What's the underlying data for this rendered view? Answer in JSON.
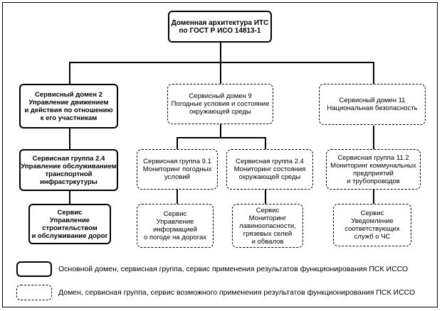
{
  "root": {
    "lines": [
      "Доменная архитектура ИТС",
      "по ГОСТ Р ИСО 14813-1"
    ]
  },
  "domain2": {
    "lines": [
      "Сервисный домен 2",
      "Управление движением",
      "и действия по отношению",
      "к его участникам"
    ]
  },
  "domain9": {
    "lines": [
      "Сервисный домен 9",
      "Погодные условия и состояние",
      "окружающей среды"
    ]
  },
  "domain11": {
    "lines": [
      "Сервисный домен 11",
      "Национальная безопасность"
    ]
  },
  "group24a": {
    "lines": [
      "Сервисная группа 2.4",
      "Управление обслуживанием",
      "транспортной",
      "инфрастркутуры"
    ]
  },
  "group91": {
    "lines": [
      "Сервисная группа 9.1",
      "Мониторинг погодных",
      "условий"
    ]
  },
  "group24b": {
    "lines": [
      "Сервисная группа 2.4",
      "Мониторинг состояния",
      "окружающей среды"
    ]
  },
  "group112": {
    "lines": [
      "Сервисная группа 11.2",
      "Мониторинг коммунальных",
      "предприятий",
      "и трубопроводов"
    ]
  },
  "service_road": {
    "lines": [
      "Сервис",
      "Управление",
      "строительством",
      "и обслуживание дорог"
    ]
  },
  "service_weather": {
    "lines": [
      "Сервис",
      "Управление",
      "информацией",
      "о погоде на дорогах"
    ]
  },
  "service_avalanche": {
    "lines": [
      "Сервис",
      "Мониторинг",
      "лавиноопасности,",
      "грязевых селей",
      "и обвалов"
    ]
  },
  "service_notify": {
    "lines": [
      "Сервис",
      "Уведомление",
      "соответствующих",
      "служб о ЧС"
    ]
  },
  "legend": {
    "solid_text": "Основной домен, сервисная группа, сервис применения результатов функционирования ПСК ИССО",
    "dashed_text": "Домен, сервисная группа, сервис возможного применения результатов функционирования ПСК ИССО"
  }
}
